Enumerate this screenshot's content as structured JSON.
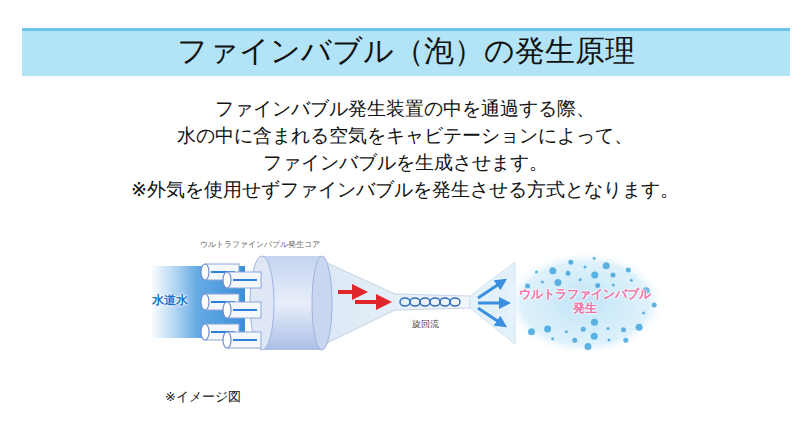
{
  "diagram": {
    "title": "ファインバブル（泡）の発生原理",
    "labels": [
      "ファインバブル発生装置の中を通過する際、",
      "水の中に含まれる空気をキャビテーションによって、",
      "ファインバブルを生成させます。",
      "※外気を使用せずファインバブルを発生させる方式となります。",
      "ウルトラファインバブル発生コア",
      "水道水",
      "旋回流",
      "ウルトラファインバブル 発生"
    ],
    "caption": "※イメージ図"
  }
}
